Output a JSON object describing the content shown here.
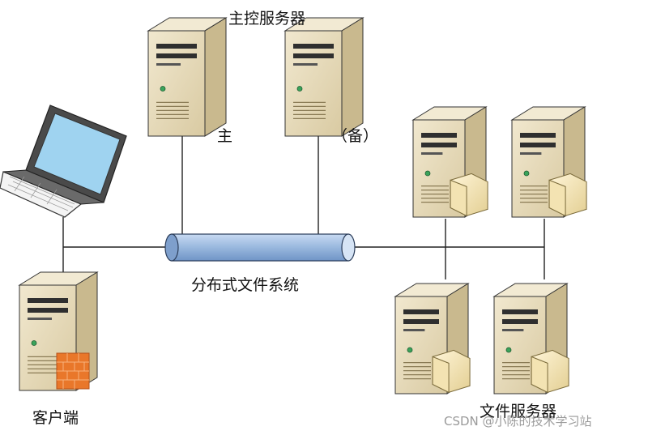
{
  "labels": {
    "master_group": "主控服务器",
    "primary": "主",
    "backup": "（备）",
    "dfs": "分布式文件系统",
    "client": "客户端",
    "file_servers": "文件服务器"
  },
  "watermark": "CSDN @小陈的技术学习站",
  "colors": {
    "server_face": "#e7dcbd",
    "server_side": "#c9b98e",
    "server_top": "#f2ead3",
    "pipe": "#9dbbe0",
    "line": "#222222"
  }
}
